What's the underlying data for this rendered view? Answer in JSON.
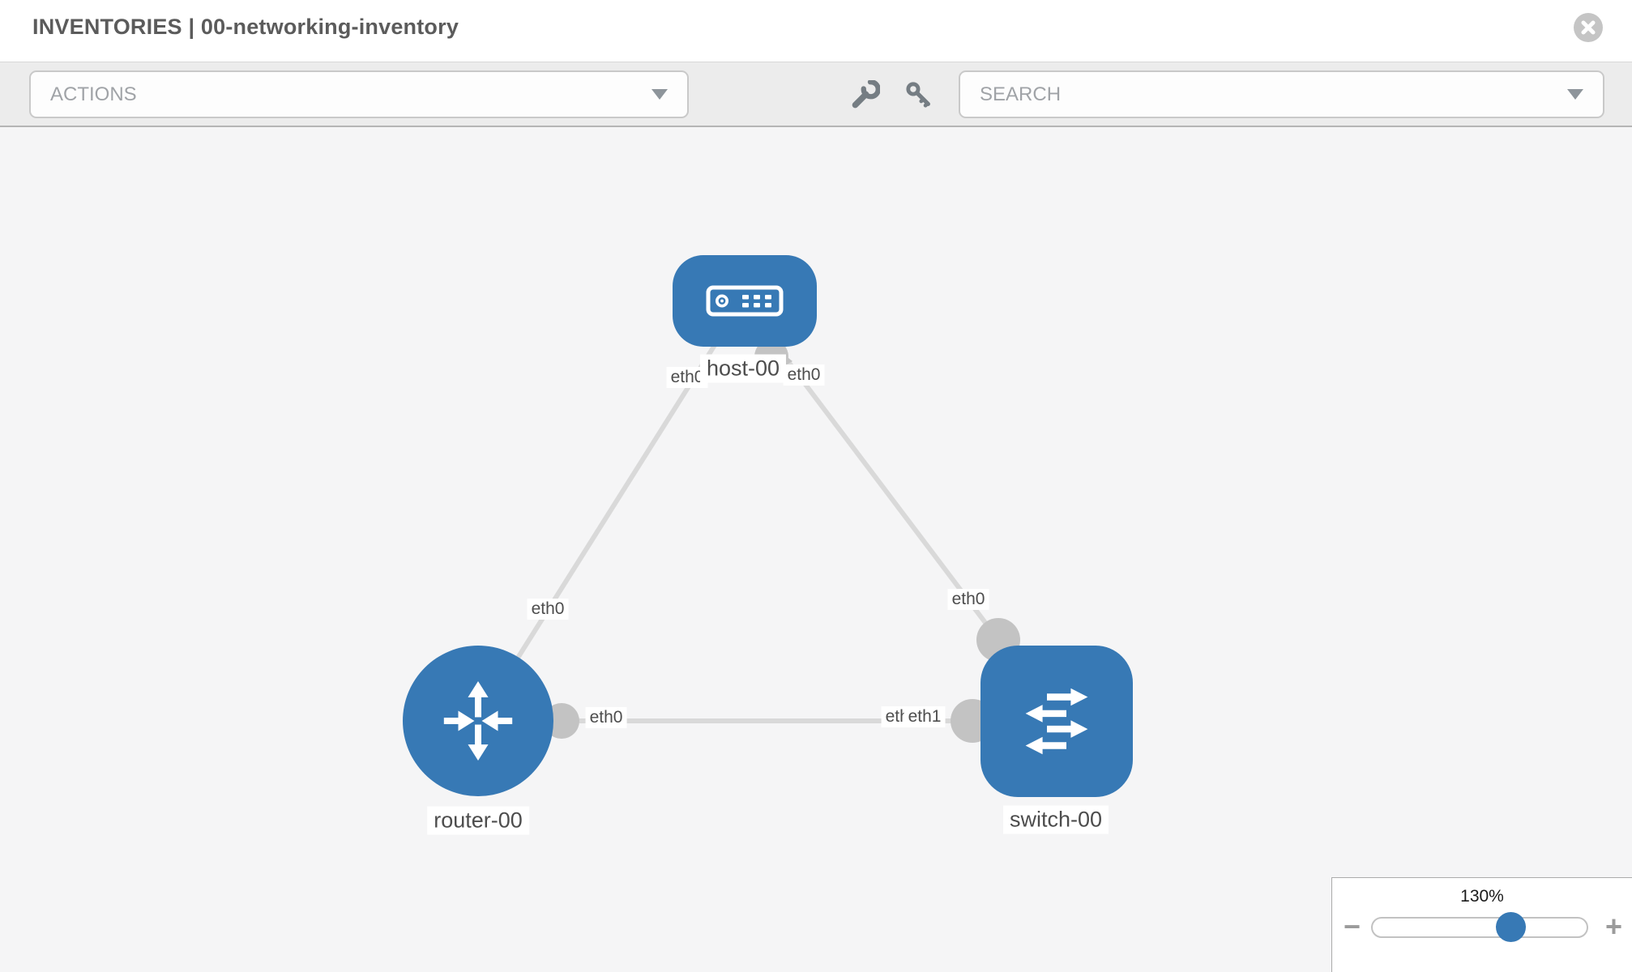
{
  "header": {
    "title": "INVENTORIES | 00-networking-inventory"
  },
  "toolbar": {
    "actions_label": "ACTIONS",
    "search_placeholder": "SEARCH"
  },
  "topology": {
    "nodes": [
      {
        "label": "host-00",
        "type": "host"
      },
      {
        "label": "router-00",
        "type": "router"
      },
      {
        "label": "switch-00",
        "type": "switch"
      }
    ],
    "links": [
      {
        "from": "router-00",
        "from_interface": "eth0",
        "to": "host-00",
        "to_interface": "eth0"
      },
      {
        "from": "switch-00",
        "from_interface": "eth0",
        "to": "host-00",
        "to_interface": "eth0"
      },
      {
        "from": "router-00",
        "from_interface": "eth0",
        "to": "switch-00",
        "to_interface": "eth1"
      }
    ],
    "labels": {
      "host": "host-00",
      "router": "router-00",
      "switch": "switch-00",
      "host_if_left": "eth0",
      "host_if_right": "eth0",
      "router_host_link_if": "eth0",
      "switch_host_link_if": "eth0",
      "router_switch_link_router_if": "eth0",
      "router_switch_link_switch_if_back": "eth0",
      "router_switch_link_switch_if_front": "eth1"
    }
  },
  "zoom_control": {
    "level": "130%",
    "minus_label": "−",
    "plus_label": "+"
  },
  "colors": {
    "node_blue": "#3779b5",
    "link_gray": "#d9d9d9",
    "connector_gray": "#c3c3c3"
  }
}
